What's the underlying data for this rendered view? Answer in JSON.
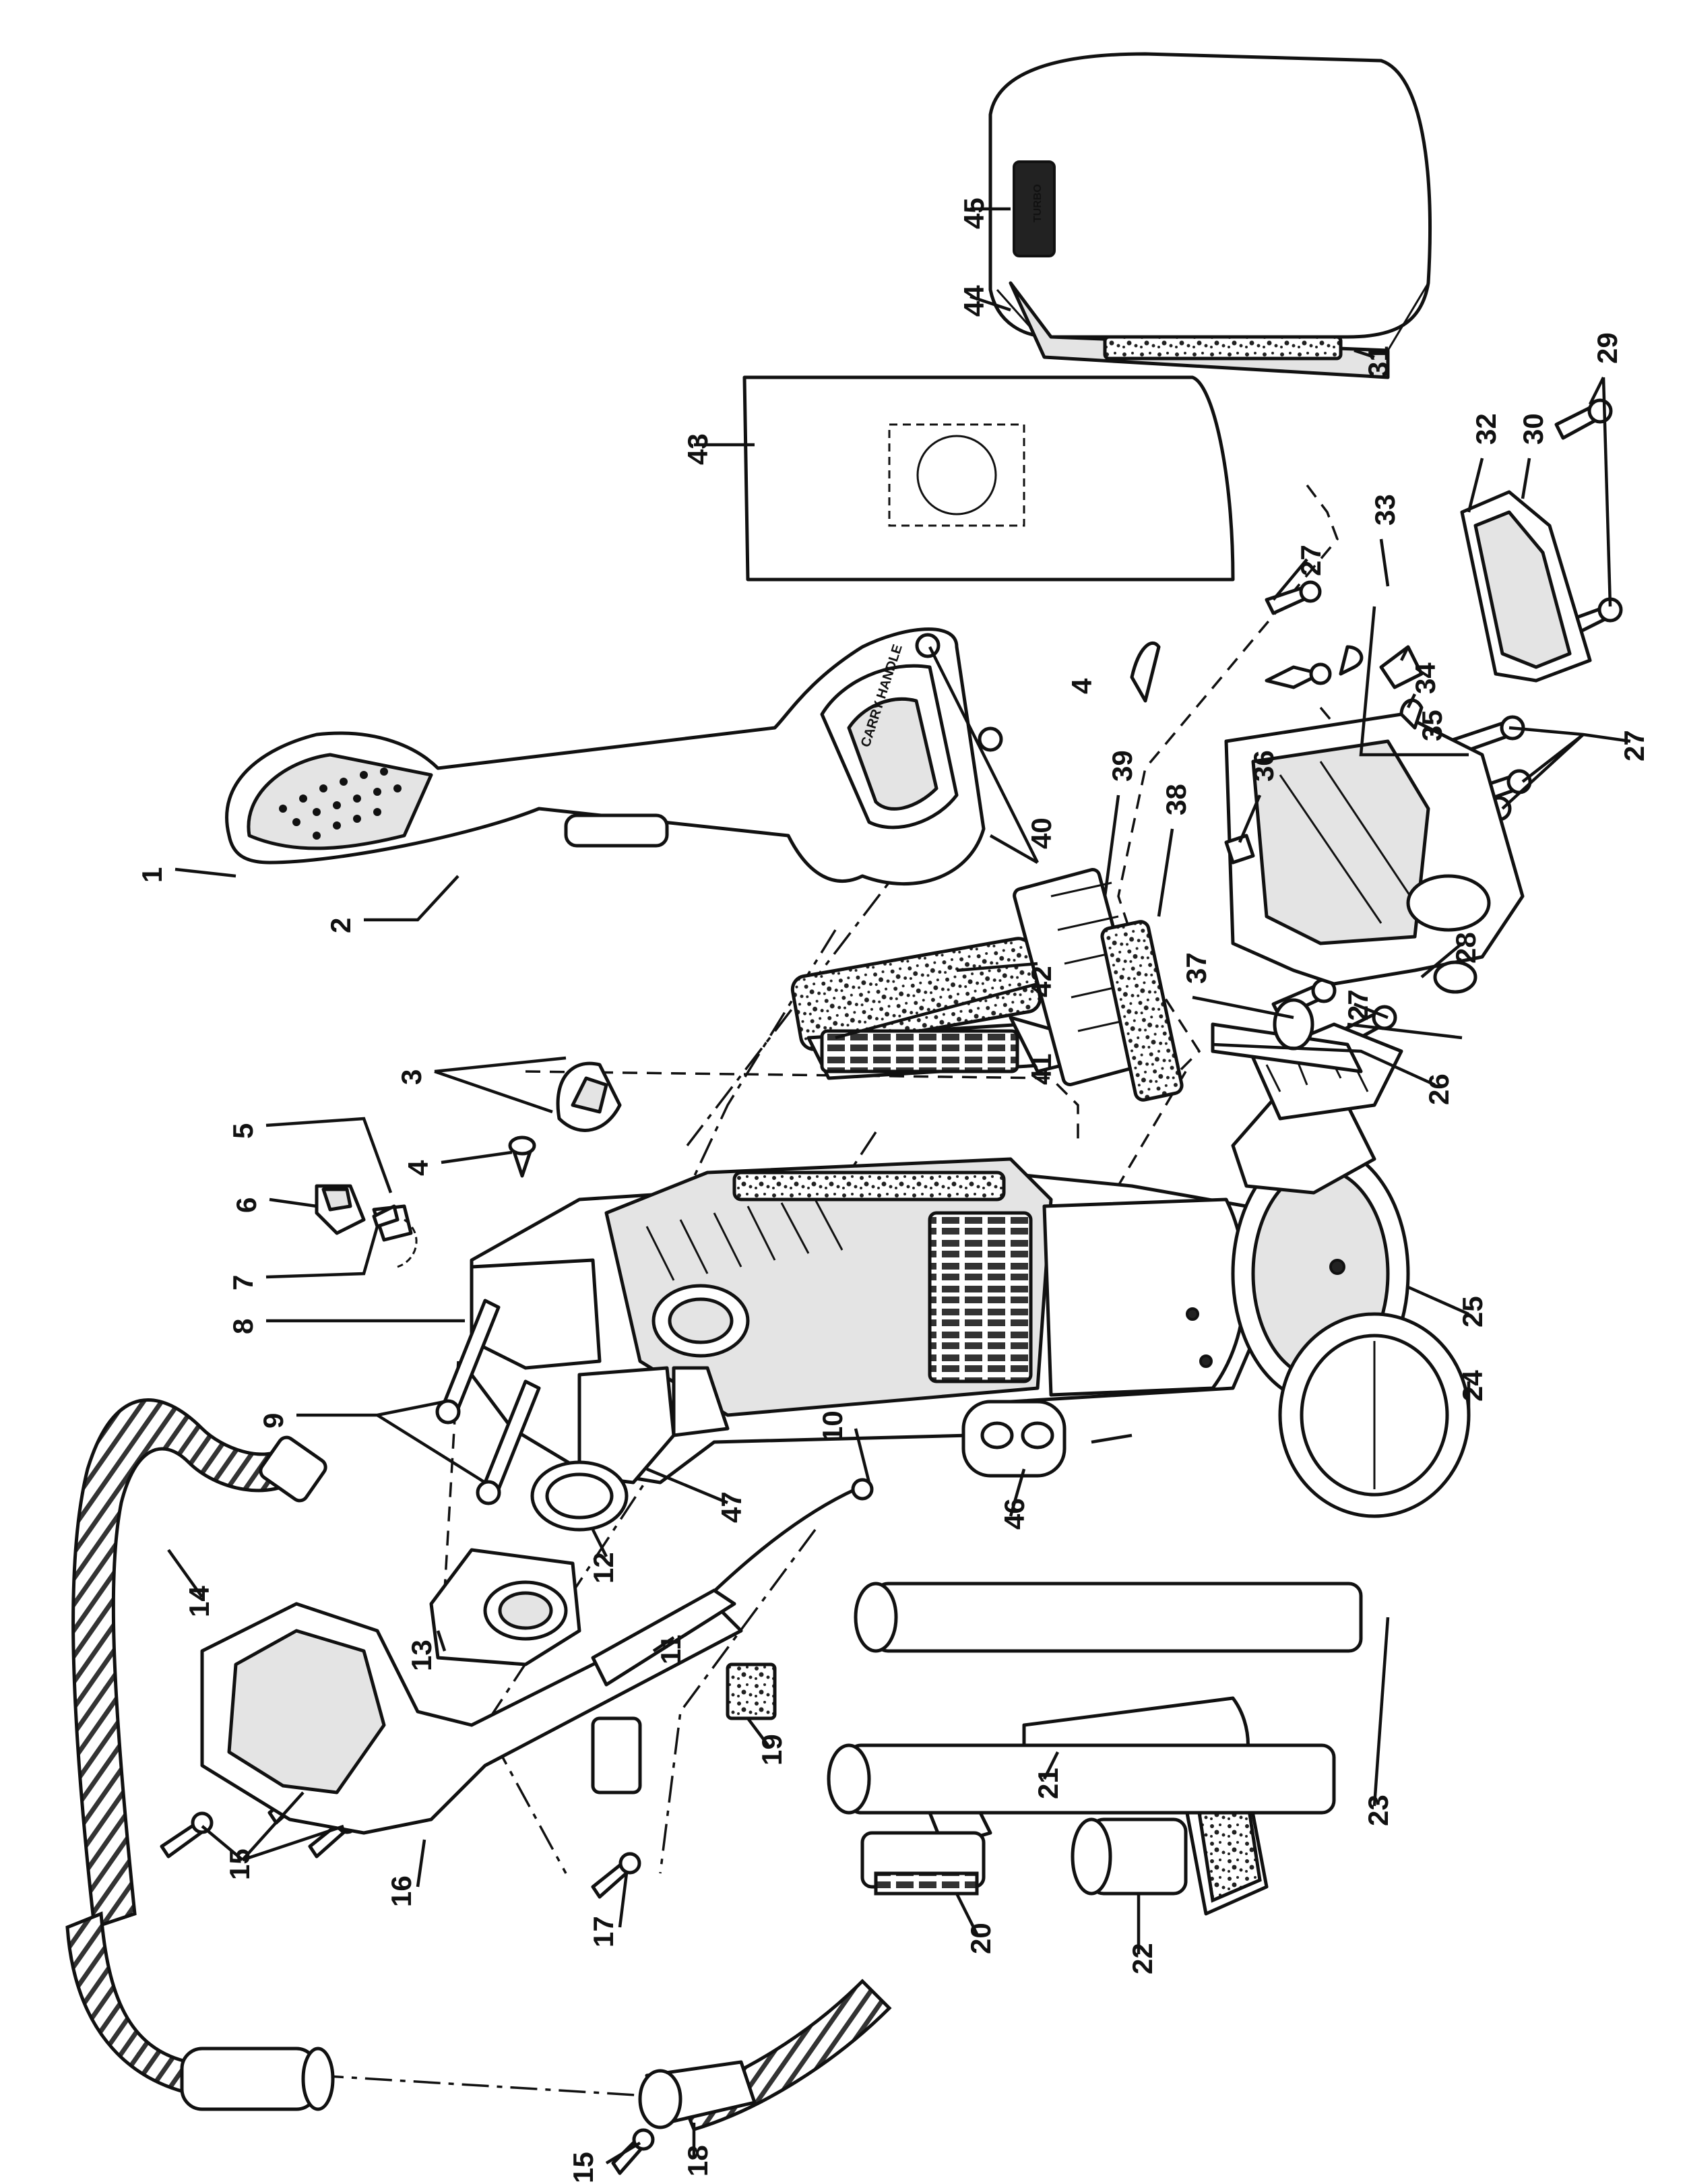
{
  "callouts": [
    {
      "id": "1",
      "label": "1"
    },
    {
      "id": "2",
      "label": "2"
    },
    {
      "id": "3",
      "label": "3"
    },
    {
      "id": "4a",
      "label": "4"
    },
    {
      "id": "4b",
      "label": "4"
    },
    {
      "id": "5",
      "label": "5"
    },
    {
      "id": "6",
      "label": "6"
    },
    {
      "id": "7",
      "label": "7"
    },
    {
      "id": "8",
      "label": "8"
    },
    {
      "id": "9",
      "label": "9"
    },
    {
      "id": "10",
      "label": "10"
    },
    {
      "id": "11",
      "label": "11"
    },
    {
      "id": "12",
      "label": "12"
    },
    {
      "id": "13",
      "label": "13"
    },
    {
      "id": "14",
      "label": "14"
    },
    {
      "id": "15a",
      "label": "15"
    },
    {
      "id": "15b",
      "label": "15"
    },
    {
      "id": "16",
      "label": "16"
    },
    {
      "id": "17",
      "label": "17"
    },
    {
      "id": "18",
      "label": "18"
    },
    {
      "id": "19",
      "label": "19"
    },
    {
      "id": "20",
      "label": "20"
    },
    {
      "id": "21",
      "label": "21"
    },
    {
      "id": "22",
      "label": "22"
    },
    {
      "id": "23",
      "label": "23"
    },
    {
      "id": "24",
      "label": "24"
    },
    {
      "id": "25",
      "label": "25"
    },
    {
      "id": "26",
      "label": "26"
    },
    {
      "id": "27a",
      "label": "27"
    },
    {
      "id": "27b",
      "label": "27"
    },
    {
      "id": "27c",
      "label": "27"
    },
    {
      "id": "28",
      "label": "28"
    },
    {
      "id": "29",
      "label": "29"
    },
    {
      "id": "30",
      "label": "30"
    },
    {
      "id": "31",
      "label": "31"
    },
    {
      "id": "32",
      "label": "32"
    },
    {
      "id": "33",
      "label": "33"
    },
    {
      "id": "34",
      "label": "34"
    },
    {
      "id": "35",
      "label": "35"
    },
    {
      "id": "36",
      "label": "36"
    },
    {
      "id": "37",
      "label": "37"
    },
    {
      "id": "38",
      "label": "38"
    },
    {
      "id": "39",
      "label": "39"
    },
    {
      "id": "40",
      "label": "40"
    },
    {
      "id": "41",
      "label": "41"
    },
    {
      "id": "42",
      "label": "42"
    },
    {
      "id": "43",
      "label": "43"
    },
    {
      "id": "44",
      "label": "44"
    },
    {
      "id": "45",
      "label": "45"
    },
    {
      "id": "46",
      "label": "46"
    },
    {
      "id": "47",
      "label": "47"
    }
  ],
  "part_markings": {
    "handle_imprint": "CARRY HANDLE",
    "cover_badge": "TURBO"
  }
}
